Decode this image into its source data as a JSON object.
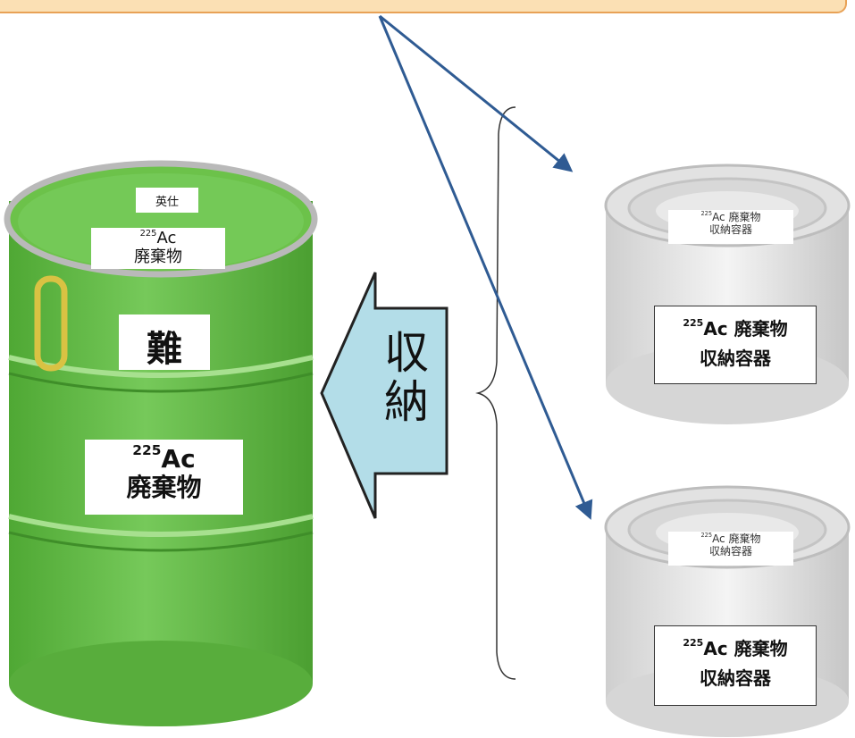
{
  "top_box": {
    "fill": "#fbe0b4",
    "stroke": "#e8a257"
  },
  "drum": {
    "color": "#6cc24a",
    "lid_label_small": "英仕",
    "lid_label_isotope_mass": "225",
    "lid_label_isotope": "Ac",
    "lid_label_text": "廃棄物",
    "side_label_kanji": "難",
    "main_label_isotope_mass": "225",
    "main_label_isotope": "Ac",
    "main_label_text": "廃棄物"
  },
  "arrow": {
    "fill": "#b3dde8",
    "line1": "収",
    "line2": "納"
  },
  "arrows_color": "#2f5b93",
  "containers": [
    {
      "lid_isotope_mass": "225",
      "lid_isotope": "Ac",
      "lid_text": "廃棄物",
      "lid_text2": "収納容器",
      "isotope_mass": "225",
      "isotope": "Ac",
      "text": "廃棄物",
      "text2": "収納容器"
    },
    {
      "lid_isotope_mass": "225",
      "lid_isotope": "Ac",
      "lid_text": "廃棄物",
      "lid_text2": "収納容器",
      "isotope_mass": "225",
      "isotope": "Ac",
      "text": "廃棄物",
      "text2": "収納容器"
    }
  ]
}
